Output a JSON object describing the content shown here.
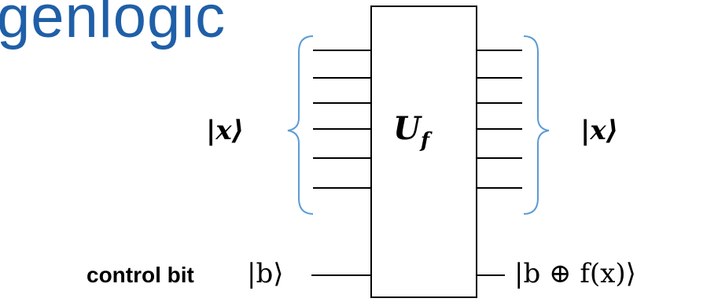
{
  "slide": {
    "title": "genlogic"
  },
  "circuit": {
    "gate": {
      "name": "U",
      "subscript": "f"
    },
    "input_register_label": "|x⟩",
    "output_register_label": "|x⟩",
    "control_label": "control bit",
    "control_input": "|b⟩",
    "control_output": "|b ⊕ f(x)⟩",
    "register_wire_count": 6,
    "colors": {
      "wire": "#000000",
      "brace": "#5b9bd5",
      "title": "#1f5fa8"
    }
  }
}
